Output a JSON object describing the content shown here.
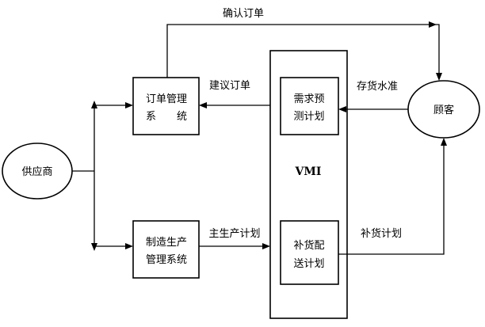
{
  "nodes": {
    "supplier": "供应商",
    "order_system": [
      "订单管理",
      "系　　统"
    ],
    "manufacturing_system": [
      "制造生产",
      "管理系统"
    ],
    "demand_forecast": [
      "需求预",
      "测计划"
    ],
    "replenish_plan": [
      "补货配",
      "送计划"
    ],
    "vmi": "VMI",
    "customer": "顾客"
  },
  "edge_labels": {
    "confirm_order": "确认订单",
    "suggest_order": "建议订单",
    "inventory_level": "存货水准",
    "master_schedule": "主生产计划",
    "replenishment": "补货计划"
  }
}
